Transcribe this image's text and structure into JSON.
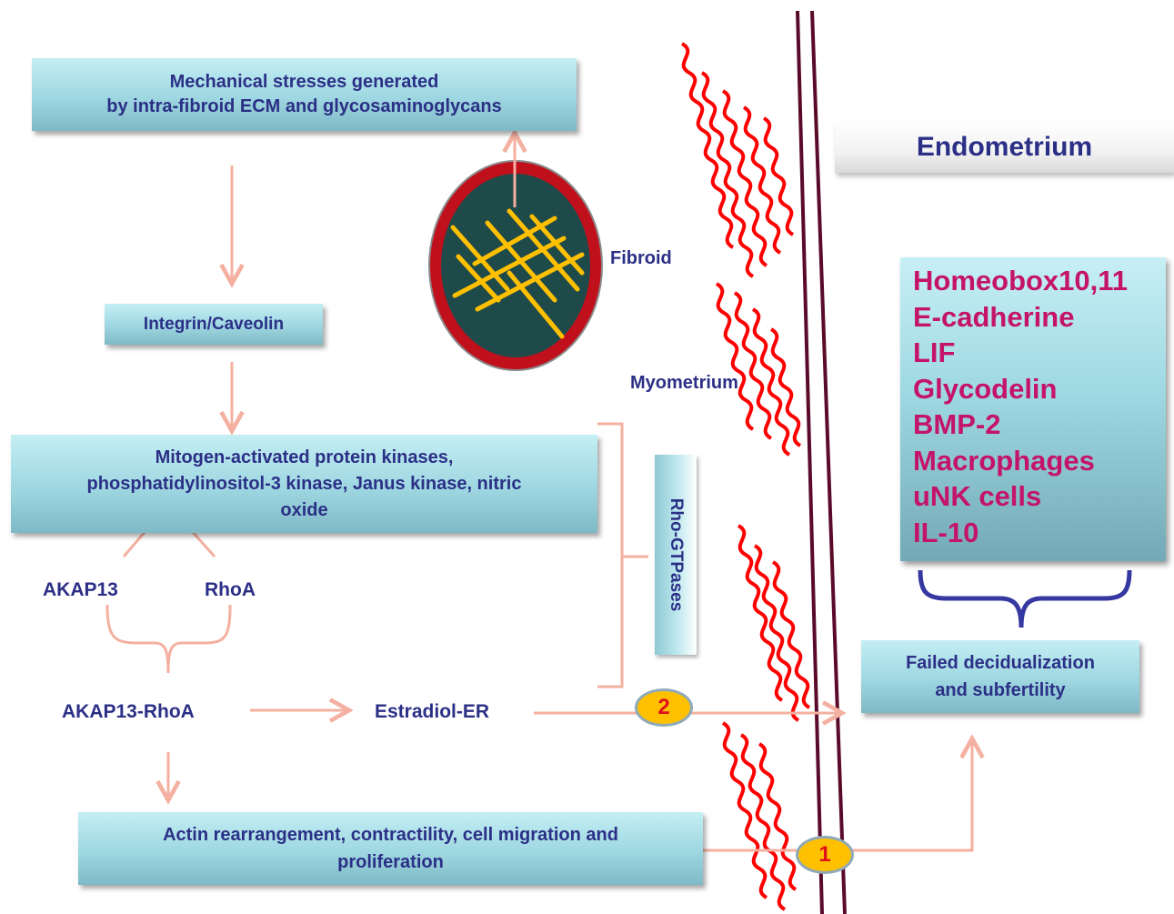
{
  "boxes": {
    "mechanical_stress": [
      "Mechanical stresses generated",
      "by intra-fibroid ECM and glycosaminoglycans"
    ],
    "integrin": "Integrin/Caveolin",
    "kinases": [
      "Mitogen-activated protein kinases,",
      "phosphatidylinositol-3 kinase, Janus kinase, nitric",
      "oxide"
    ],
    "actin": [
      "Actin rearrangement, contractility, cell migration and",
      "proliferation"
    ],
    "failed": [
      "Failed decidualization",
      "and subfertility"
    ]
  },
  "labels": {
    "akap13": "AKAP13",
    "rhoa": "RhoA",
    "akap13_rhoa": "AKAP13-RhoA",
    "estradiol": "Estradiol-ER",
    "fibroid": "Fibroid",
    "myometrium": "Myometrium",
    "rho_gtpases": "Rho-GTPases",
    "endometrium": "Endometrium"
  },
  "markers": {
    "one": "1",
    "two": "2"
  },
  "endometrium_factors": [
    "Homeobox10,11",
    "E-cadherine",
    "LIF",
    "Glycodelin",
    "BMP-2",
    "Macrophages",
    "uNK cells",
    "IL-10"
  ],
  "colors": {
    "text_blue": "#2b2f86",
    "factor_magenta": "#c4146a",
    "arrow_salmon": "#f4b0a0",
    "fiber_red": "#ff0000",
    "wall_line": "#5a0a2a",
    "marker_yellow": "#ffc000",
    "fibroid_outer": "#c0101c",
    "fibroid_inner": "#1f4a4a",
    "fibroid_fibers": "#ffc000"
  }
}
